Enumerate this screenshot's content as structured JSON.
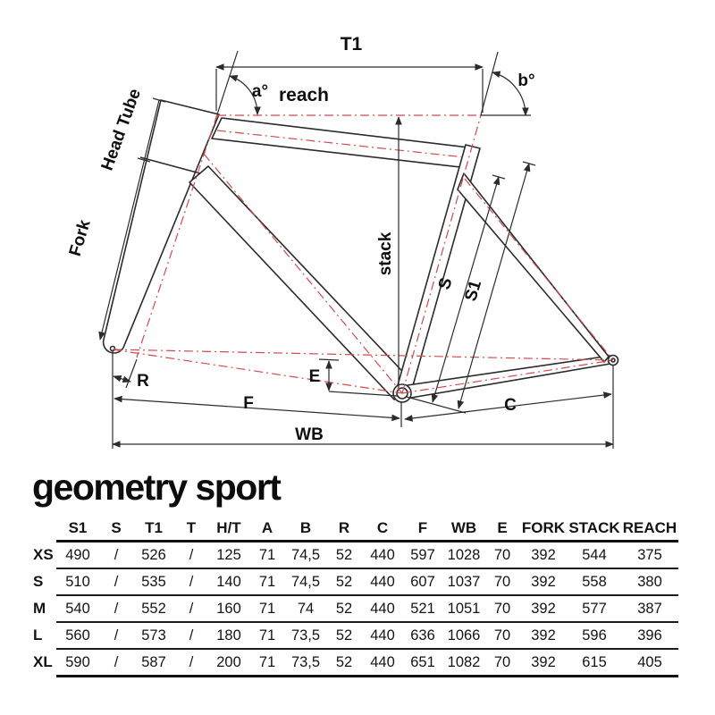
{
  "title": "geometry sport",
  "diagram": {
    "labels": {
      "t1": "T1",
      "a_angle": "a°",
      "reach": "reach",
      "b_angle": "b°",
      "head_tube": "Head Tube",
      "fork": "Fork",
      "stack": "stack",
      "s": "S",
      "s1": "S1",
      "r": "R",
      "e": "E",
      "f": "F",
      "wb": "WB",
      "c": "C"
    },
    "colors": {
      "centerline_red": "#d14b4b",
      "line_black": "#2b2b2b"
    }
  },
  "table": {
    "columns": [
      "S1",
      "S",
      "T1",
      "T",
      "H/T",
      "A",
      "B",
      "R",
      "C",
      "F",
      "WB",
      "E",
      "FORK",
      "STACK",
      "REACH"
    ],
    "rows": [
      {
        "size": "XS",
        "values": [
          "490",
          "/",
          "526",
          "/",
          "125",
          "71",
          "74,5",
          "52",
          "440",
          "597",
          "1028",
          "70",
          "392",
          "544",
          "375"
        ]
      },
      {
        "size": "S",
        "values": [
          "510",
          "/",
          "535",
          "/",
          "140",
          "71",
          "74,5",
          "52",
          "440",
          "607",
          "1037",
          "70",
          "392",
          "558",
          "380"
        ]
      },
      {
        "size": "M",
        "values": [
          "540",
          "/",
          "552",
          "/",
          "160",
          "71",
          "74",
          "52",
          "440",
          "521",
          "1051",
          "70",
          "392",
          "577",
          "387"
        ]
      },
      {
        "size": "L",
        "values": [
          "560",
          "/",
          "573",
          "/",
          "180",
          "71",
          "73,5",
          "52",
          "440",
          "636",
          "1066",
          "70",
          "392",
          "596",
          "396"
        ]
      },
      {
        "size": "XL",
        "values": [
          "590",
          "/",
          "587",
          "/",
          "200",
          "71",
          "73,5",
          "52",
          "440",
          "651",
          "1082",
          "70",
          "392",
          "615",
          "405"
        ]
      }
    ]
  }
}
